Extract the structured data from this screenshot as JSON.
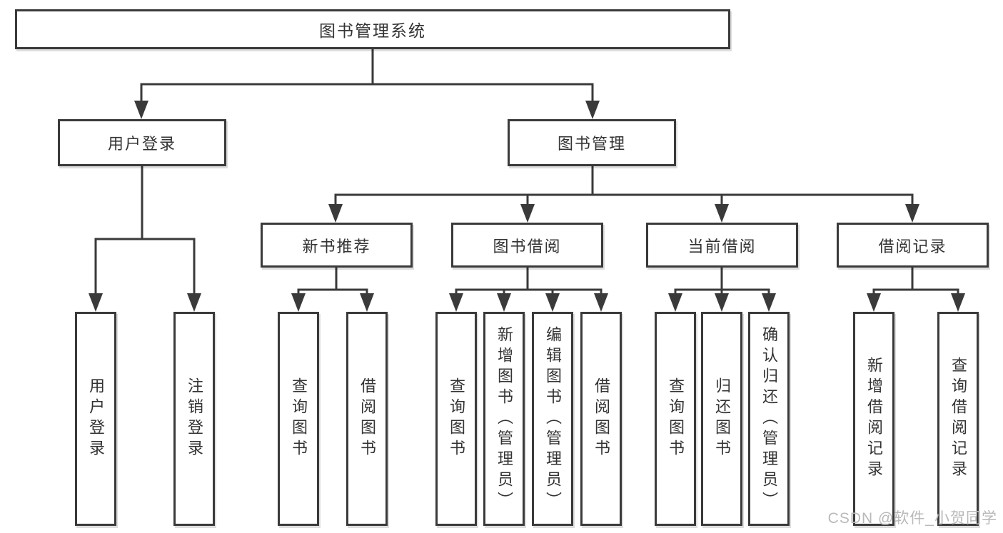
{
  "tree": {
    "root": {
      "label": "图书管理系统"
    },
    "branches": [
      {
        "label": "用户登录",
        "leaves": [
          "用户登录",
          "注销登录"
        ]
      },
      {
        "label": "图书管理",
        "groups": [
          {
            "label": "新书推荐",
            "leaves": [
              "查询图书",
              "借阅图书"
            ]
          },
          {
            "label": "图书借阅",
            "leaves": [
              "查询图书",
              "新增图书（管理员）",
              "编辑图书（管理员）",
              "借阅图书"
            ]
          },
          {
            "label": "当前借阅",
            "leaves": [
              "查询图书",
              "归还图书",
              "确认归还（管理员）"
            ]
          },
          {
            "label": "借阅记录",
            "leaves": [
              "新增借阅记录",
              "查询借阅记录"
            ]
          }
        ]
      }
    ]
  },
  "watermark": "CSDN @软件_小贺同学",
  "colors": {
    "line": "#3a3a3a",
    "text": "#333333",
    "box_background": "#ffffff",
    "watermark": "#b9b9b9"
  }
}
